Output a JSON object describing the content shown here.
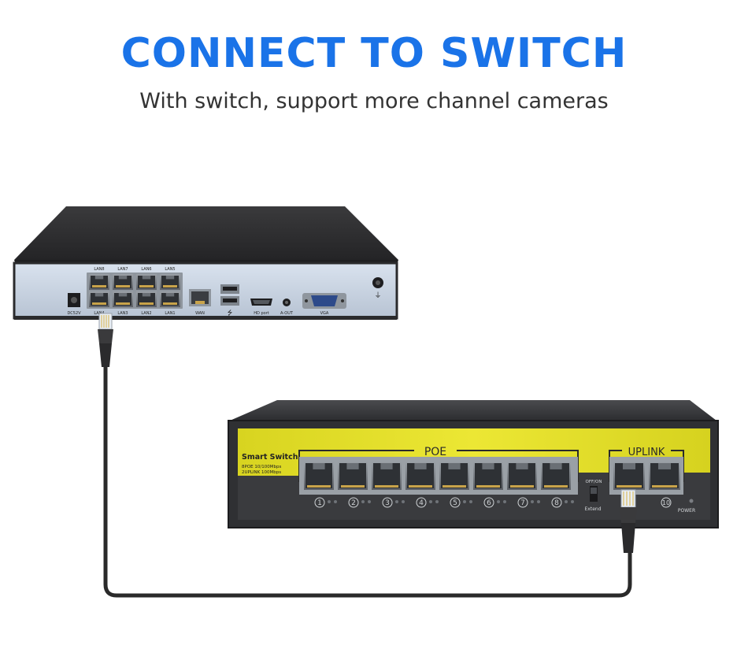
{
  "banner": {
    "title": "CONNECT TO SWITCH",
    "subtitle": "With switch, support more channel cameras"
  },
  "nvr": {
    "lan_top_labels": [
      "LAN8",
      "LAN7",
      "LAN6",
      "LAN5"
    ],
    "lan_bottom_labels": [
      "LAN4",
      "LAN3",
      "LAN2",
      "LAN1"
    ],
    "dc_label": "DC52V",
    "wan_label": "WAN",
    "usb_symbol": "⭍",
    "hd_label": "HD port",
    "aout_label": "A-OUT",
    "vga_label": "VGA",
    "ground_symbol": "⏚"
  },
  "switch": {
    "brand": "Smart Switch",
    "spec_line1": "8POE 10/100Mbps",
    "spec_line2": "2UPLINK 100Mbps",
    "poe_label": "POE",
    "uplink_label": "UPLINK",
    "port_numbers": [
      "1",
      "2",
      "3",
      "4",
      "5",
      "6",
      "7",
      "8"
    ],
    "uplink_number": "10",
    "toggle_label": "OFF/ON",
    "extend_label": "Extend",
    "power_label": "POWER"
  },
  "colors": {
    "accent": "#1a73e8",
    "switch_panel": "#e6e02e",
    "device_body": "#2b2b2d",
    "cable": "#2a2a2a"
  },
  "icons": {
    "cable_connector_left": "rj45-plug-icon",
    "cable_connector_right": "rj45-plug-icon"
  }
}
